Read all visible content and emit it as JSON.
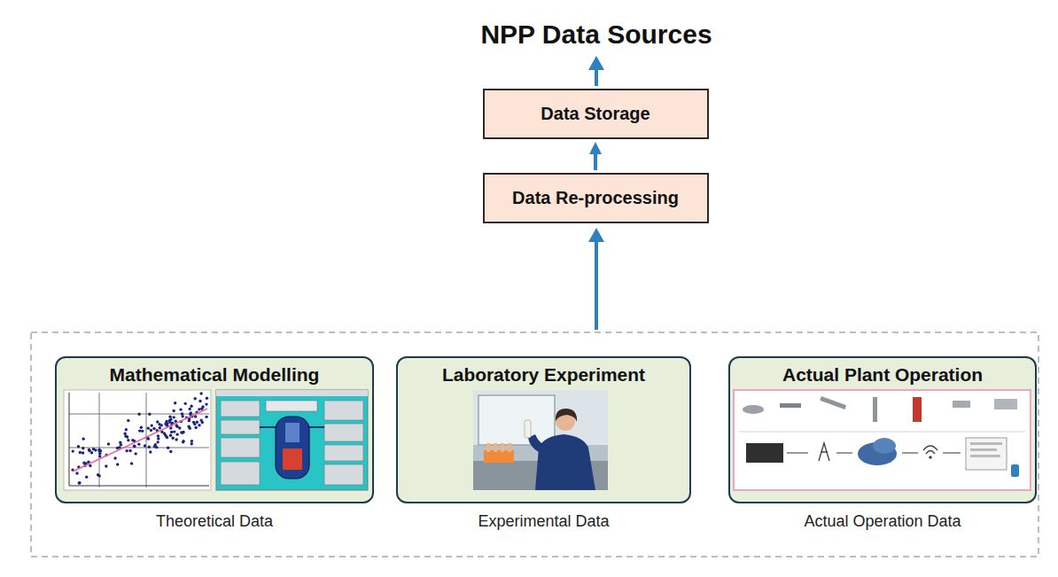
{
  "diagram": {
    "title": "NPP Data Sources",
    "nodes": [
      {
        "text": [
          "Data Storage"
        ]
      },
      {
        "text": [
          "Data Re-processing"
        ]
      },
      {
        "text": [
          "Mathematical Modelling"
        ]
      },
      {
        "text": [
          "Laboratory Experiment"
        ]
      },
      {
        "text": [
          "Actual Plant Operation"
        ]
      }
    ],
    "edges": [
      {
        "from": 1,
        "to": 0,
        "arrow": "to"
      }
    ],
    "labels": [
      "Theoretical Data",
      "Experimental Data",
      "Actual Operation Data"
    ]
  }
}
